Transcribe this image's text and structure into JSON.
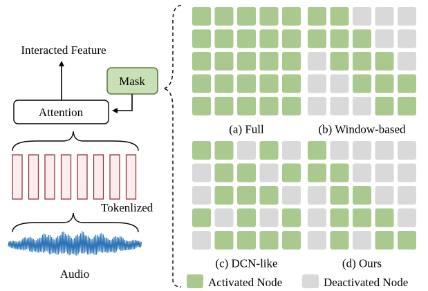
{
  "left_panel": {
    "output_label": "Interacted Feature",
    "mask_label": "Mask",
    "attention_label": "Attention",
    "tokenized_label": "Tokenlized",
    "audio_label": "Audio",
    "token_count": 8
  },
  "colors": {
    "activated": "#a9c98f",
    "deactivated": "#d9d9d9",
    "mask_fill": "#c9dfb6",
    "mask_stroke": "#5b7a3e",
    "token_fill": "#fdeced",
    "token_stroke": "#8a3a3f",
    "waveform": "#2b74b8"
  },
  "grids": [
    {
      "caption": "(a) Full",
      "cells": [
        [
          1,
          1,
          1,
          1,
          1
        ],
        [
          1,
          1,
          1,
          1,
          1
        ],
        [
          1,
          1,
          1,
          1,
          1
        ],
        [
          1,
          1,
          1,
          1,
          1
        ],
        [
          1,
          1,
          1,
          1,
          1
        ]
      ]
    },
    {
      "caption": "(b) Window-based",
      "cells": [
        [
          1,
          1,
          0,
          0,
          0
        ],
        [
          1,
          1,
          1,
          0,
          0
        ],
        [
          0,
          1,
          1,
          1,
          0
        ],
        [
          0,
          0,
          1,
          1,
          1
        ],
        [
          0,
          0,
          0,
          1,
          1
        ]
      ]
    },
    {
      "caption": "(c) DCN-like",
      "cells": [
        [
          1,
          1,
          0,
          1,
          0
        ],
        [
          0,
          1,
          1,
          0,
          1
        ],
        [
          0,
          1,
          1,
          1,
          0
        ],
        [
          1,
          0,
          1,
          0,
          1
        ],
        [
          0,
          1,
          1,
          1,
          1
        ]
      ]
    },
    {
      "caption": "(d) Ours",
      "cells": [
        [
          1,
          0,
          0,
          0,
          0
        ],
        [
          1,
          1,
          0,
          0,
          0
        ],
        [
          0,
          1,
          1,
          0,
          0
        ],
        [
          0,
          1,
          1,
          1,
          0
        ],
        [
          0,
          1,
          0,
          1,
          1
        ]
      ]
    }
  ],
  "legend": {
    "activated_label": "Activated Node",
    "deactivated_label": "Deactivated Node"
  }
}
